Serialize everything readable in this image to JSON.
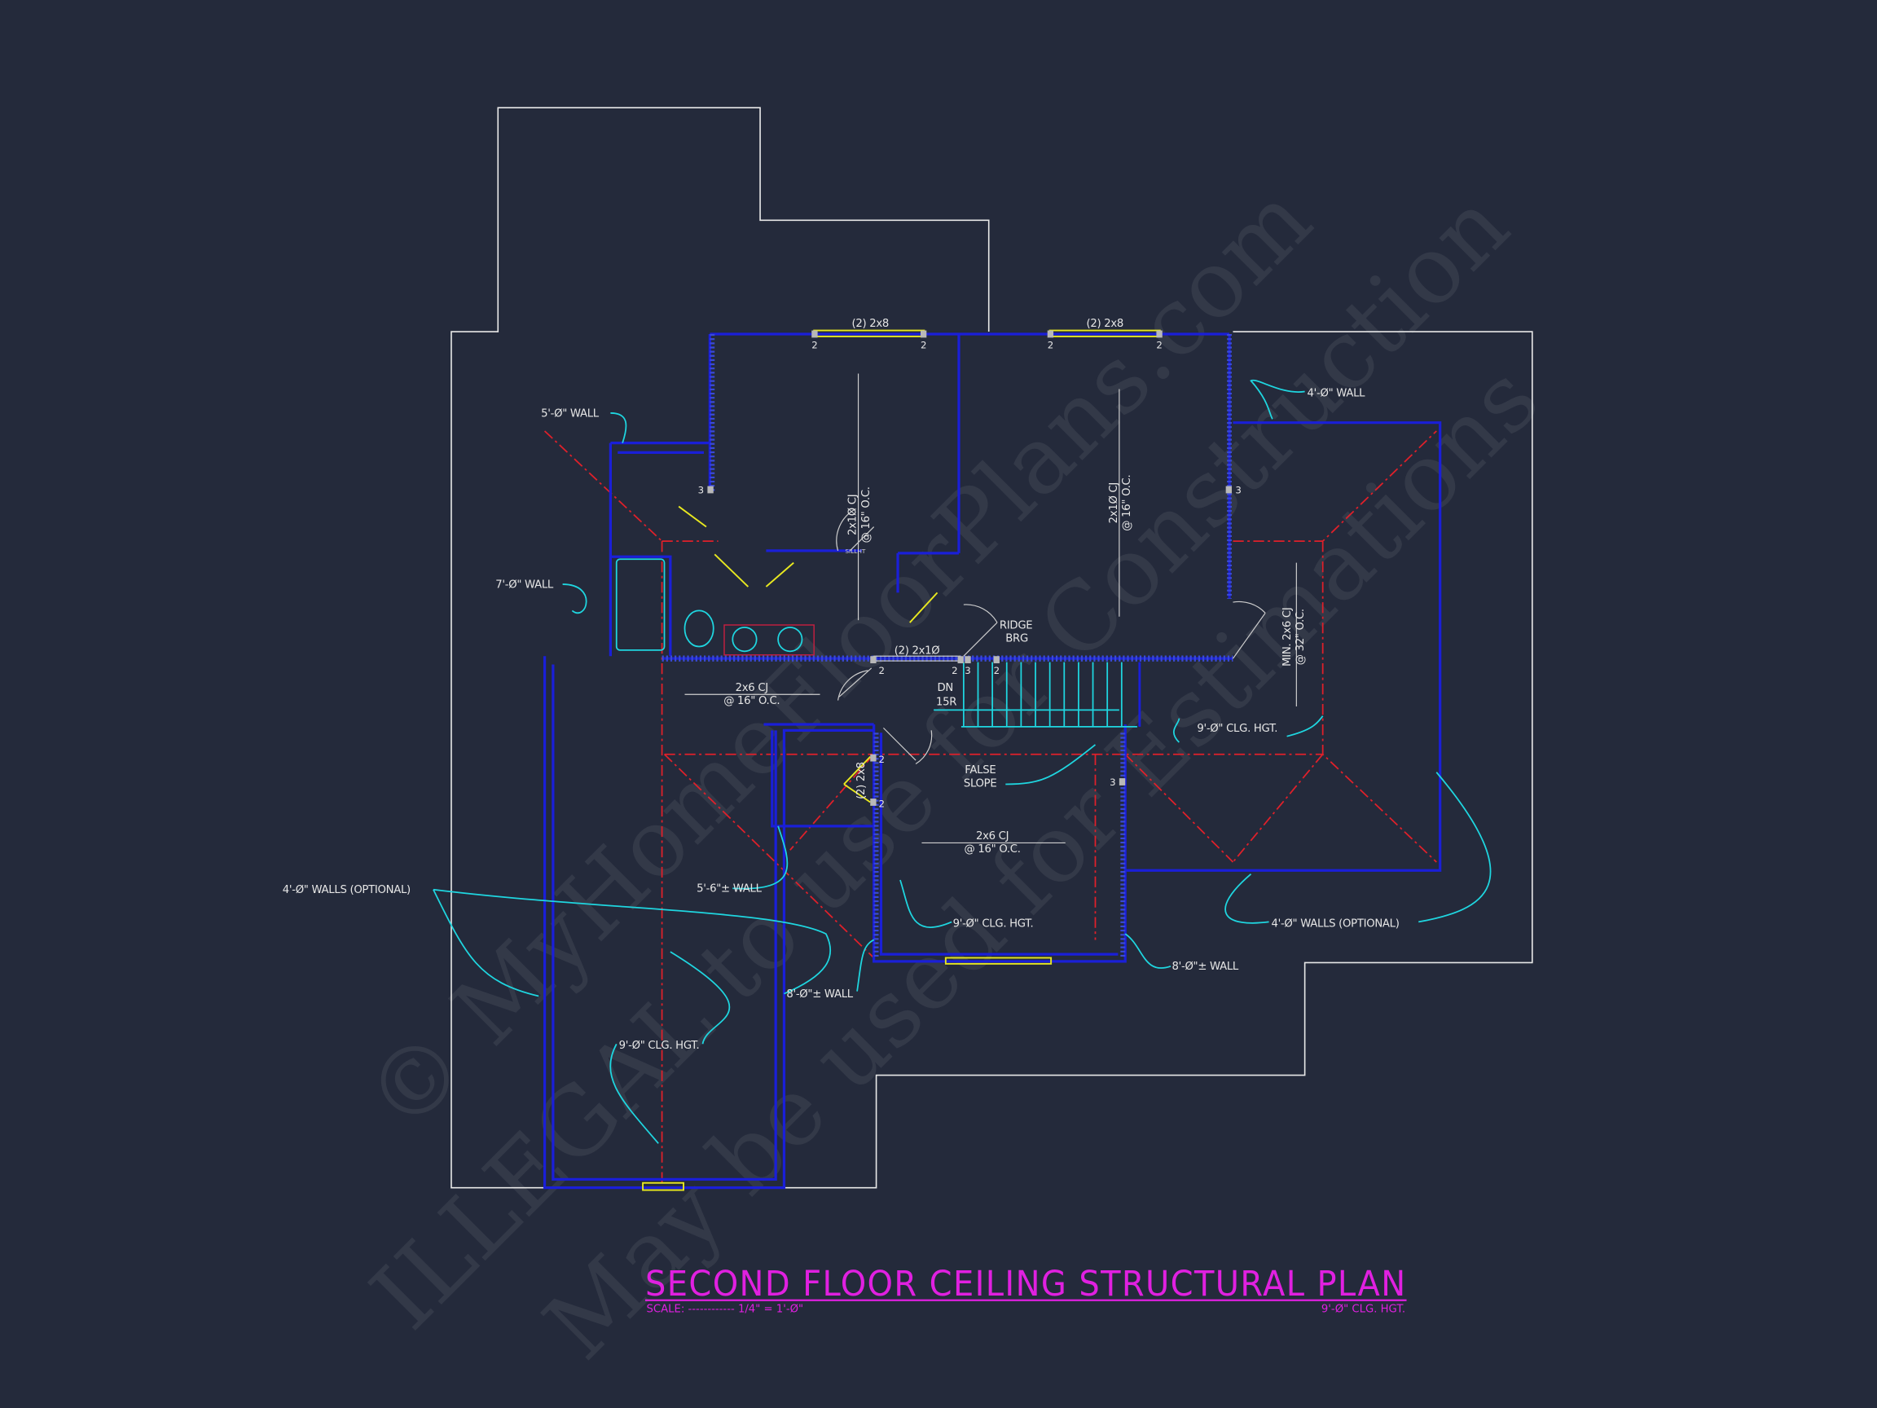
{
  "title": "SECOND FLOOR CEILING STRUCTURAL PLAN",
  "scale_label": "SCALE: ------------ 1/4\" = 1'-Ø\"",
  "ceiling_note": "9'-Ø\" CLG. HGT.",
  "watermark": {
    "line1": "© MyHomeFloorPlans.com",
    "line2": "ILLEGAL to use for Construction",
    "line3": "May be used for Estimations"
  },
  "colors": {
    "background": "#242a3b",
    "walls": "#1a1fd8",
    "ridge": "#e0202a",
    "leaders": "#1fd6e0",
    "beams": "#e8e820",
    "title": "#e020e0"
  },
  "labels": {
    "beam_top_left": "(2) 2x8",
    "beam_top_right": "(2) 2x8",
    "wall_5ft": "5'-Ø\" WALL",
    "wall_4ft": "4'-Ø\" WALL",
    "wall_7ft": "7'-Ø\" WALL",
    "cj_left_1": "2x1Ø CJ",
    "cj_left_2": "@ 16\" O.C.",
    "cj_right_1": "2x1Ø CJ",
    "cj_right_2": "@ 16\" O.C.",
    "sill_ht": "SILLHT",
    "ridge_1": "RIDGE",
    "ridge_2": "BRG",
    "beam_mid": "(2) 2x1Ø",
    "cj_hall_1": "2x6 CJ",
    "cj_hall_2": "@ 16\" O.C.",
    "stair_1": "DN",
    "stair_2": "15R",
    "cj_min_1": "MIN. 2x6 CJ",
    "cj_min_2": "@ 32\" O.C.",
    "clg_right": "9'-Ø\" CLG. HGT.",
    "false_1": "FALSE",
    "false_2": "SLOPE",
    "beam_vert": "(2) 2x8",
    "cj_center_1": "2x6 CJ",
    "cj_center_2": "@ 16\" O.C.",
    "walls_opt_left": "4'-Ø\" WALLS (OPTIONAL)",
    "wall_5_6": "5'-6\"± WALL",
    "clg_center": "9'-Ø\" CLG. HGT.",
    "walls_opt_right": "4'-Ø\" WALLS (OPTIONAL)",
    "wall_8_right": "8'-Ø\"± WALL",
    "wall_8_left": "8'-Ø\"± WALL",
    "clg_left": "9'-Ø\" CLG. HGT."
  },
  "post_labels": [
    "2",
    "2",
    "2",
    "2",
    "3",
    "3",
    "2",
    "2",
    "3",
    "2",
    "2",
    "2",
    "3"
  ]
}
